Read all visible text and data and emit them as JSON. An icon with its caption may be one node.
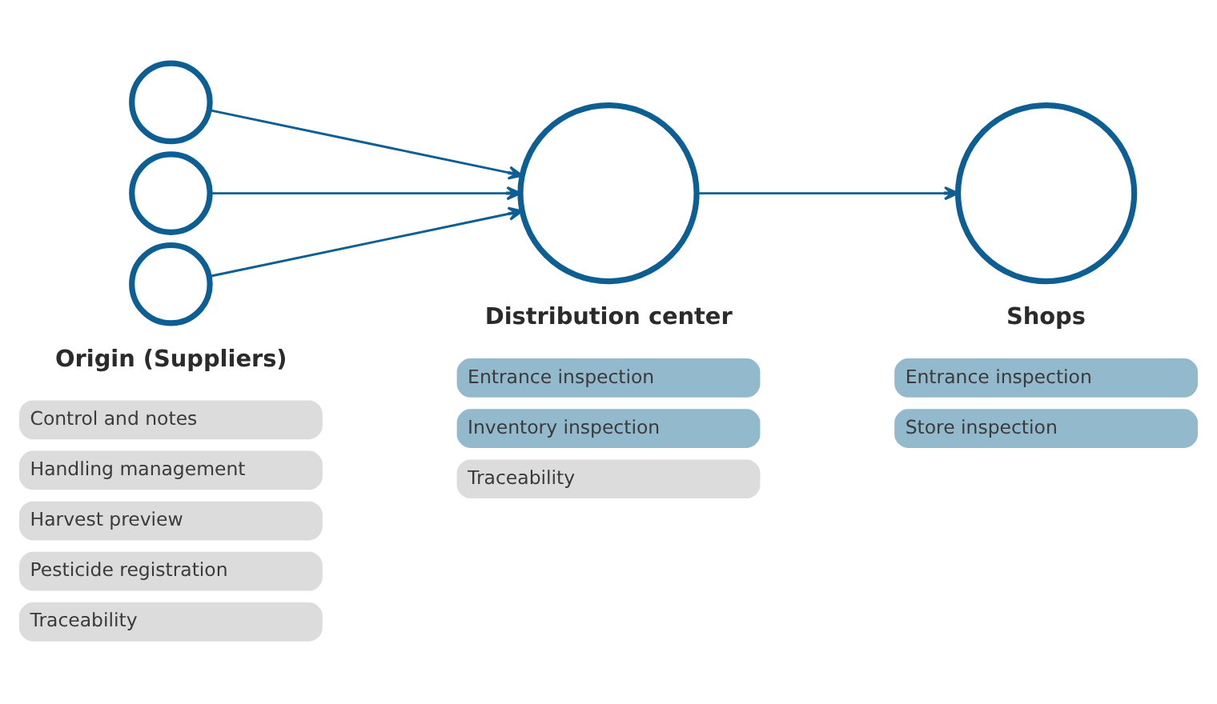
{
  "diagram": {
    "nodes": [
      {
        "text": [],
        "shape": "circle"
      },
      {
        "text": [],
        "shape": "circle"
      },
      {
        "text": [],
        "shape": "circle"
      },
      {
        "text": [],
        "shape": "circle"
      },
      {
        "text": [],
        "shape": "circle"
      },
      {
        "text": [
          "Control and notes"
        ]
      },
      {
        "text": [
          "Handling management"
        ]
      },
      {
        "text": [
          "Harvest preview"
        ]
      },
      {
        "text": [
          "Pesticide registration"
        ]
      },
      {
        "text": [
          "Traceability"
        ]
      },
      {
        "text": [
          "Entrance inspection"
        ]
      },
      {
        "text": [
          "Inventory inspection"
        ]
      },
      {
        "text": [
          "Traceability"
        ]
      },
      {
        "text": [
          "Entrance inspection"
        ]
      },
      {
        "text": [
          "Store inspection"
        ]
      }
    ],
    "edges": [
      {
        "from": 0,
        "to": 3,
        "arrow": "to"
      },
      {
        "from": 1,
        "to": 3,
        "arrow": "to"
      },
      {
        "from": 2,
        "to": 3,
        "arrow": "to"
      },
      {
        "from": 3,
        "to": 4,
        "arrow": "to"
      }
    ],
    "labels": [
      "Origin (Suppliers)",
      "Distribution center",
      "Shops"
    ]
  }
}
